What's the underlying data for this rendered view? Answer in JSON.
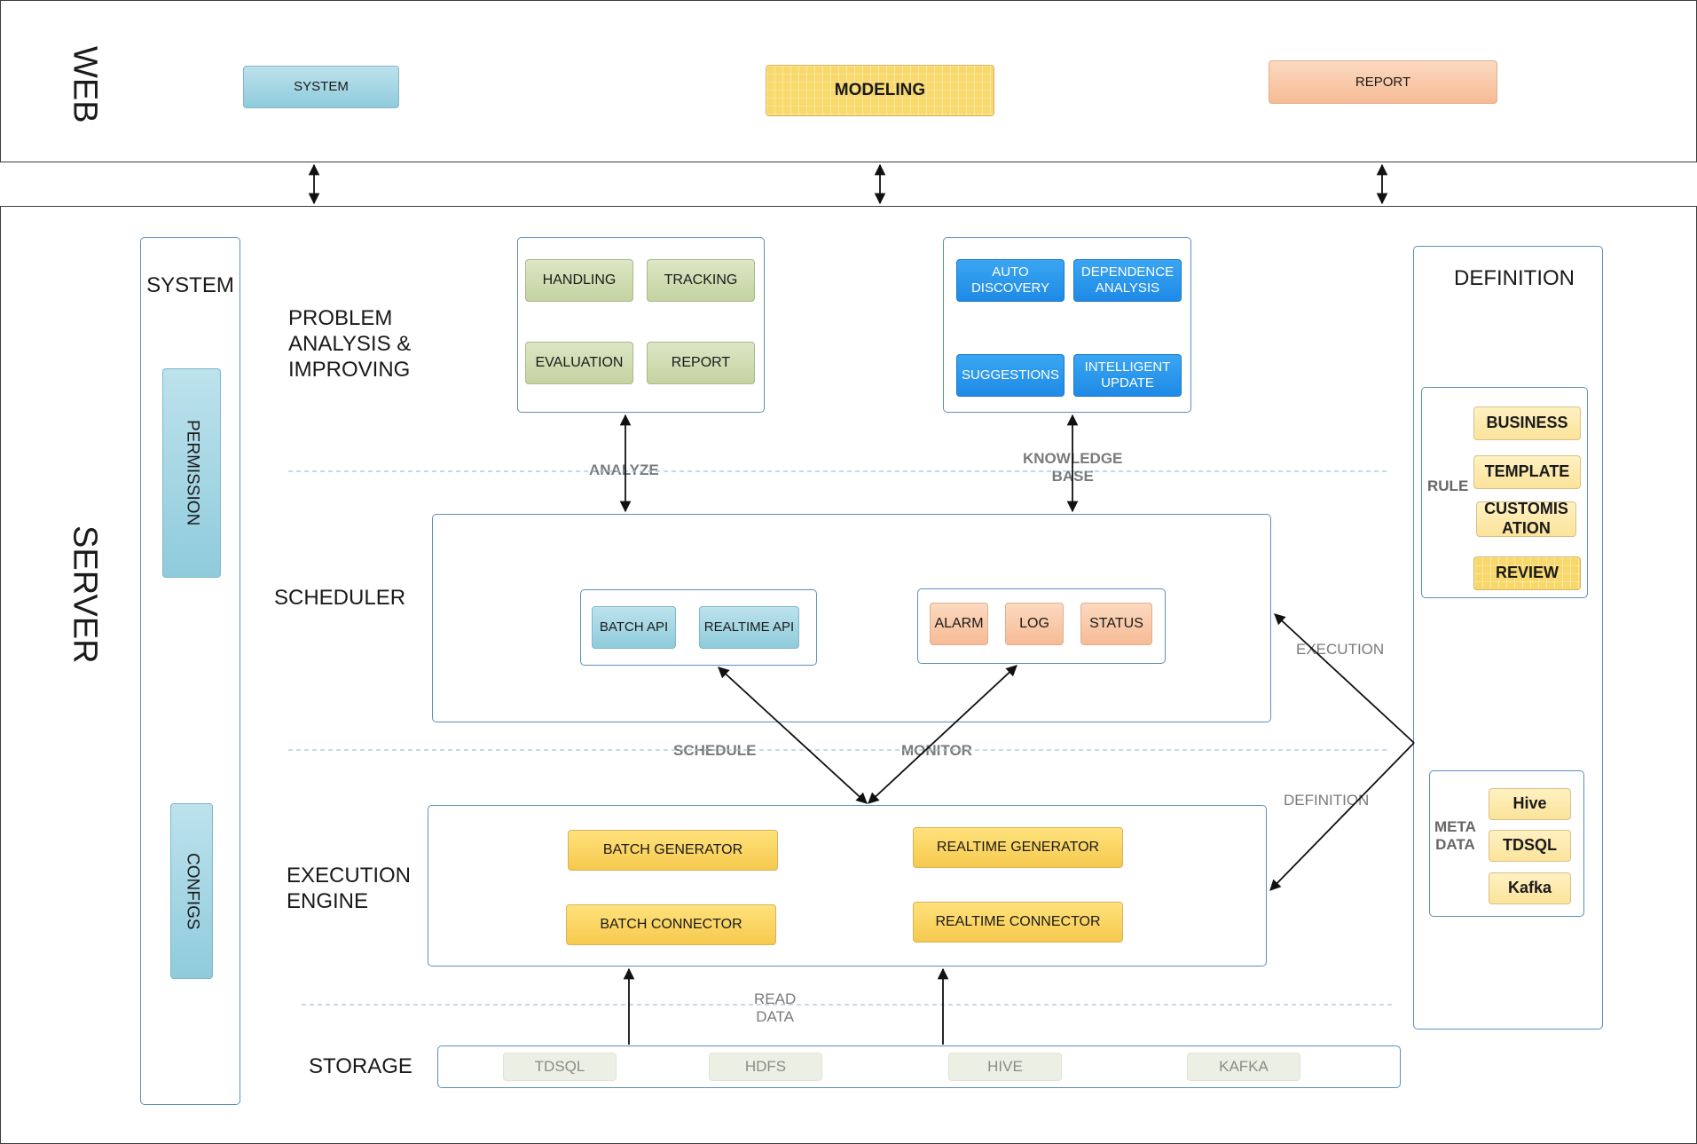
{
  "web": {
    "label": "WEB",
    "system": "SYSTEM",
    "modeling": "MODELING",
    "report": "REPORT"
  },
  "server": {
    "label": "SERVER",
    "system_panel": {
      "title": "SYSTEM",
      "permission": "PERMISSION",
      "configs": "CONFIGS"
    },
    "sections": {
      "problem": "PROBLEM\nANALYSIS &\nIMPROVING",
      "scheduler": "SCHEDULER",
      "execution": "EXECUTION\nENGINE",
      "storage": "STORAGE"
    },
    "analysis_box": {
      "handling": "HANDLING",
      "tracking": "TRACKING",
      "evaluation": "EVALUATION",
      "report": "REPORT"
    },
    "knowledge_box": {
      "auto_discovery": "AUTO\nDISCOVERY",
      "dependence_analysis": "DEPENDENCE\nANALYSIS",
      "suggestions": "SUGGESTIONS",
      "intelligent_update": "INTELLIGENT\nUPDATE"
    },
    "scheduler": {
      "batch_api": "BATCH API",
      "realtime_api": "REALTIME API",
      "alarm": "ALARM",
      "log": "LOG",
      "status": "STATUS"
    },
    "execution": {
      "batch_generator": "BATCH GENERATOR",
      "realtime_generator": "REALTIME GENERATOR",
      "batch_connector": "BATCH CONNECTOR",
      "realtime_connector": "REALTIME CONNECTOR"
    },
    "storage": {
      "tdsql": "TDSQL",
      "hdfs": "HDFS",
      "hive": "HIVE",
      "kafka": "KAFKA"
    },
    "connections": {
      "analyze": "ANALYZE",
      "knowledge_base": "KNOWLEDGE\nBASE",
      "schedule": "SCHEDULE",
      "monitor": "MONITOR",
      "execution": "EXECUTION",
      "definition": "DEFINITION",
      "read_data": "READ\nDATA"
    },
    "definition": {
      "title": "DEFINITION",
      "rule_label": "RULE",
      "rule_items": [
        "BUSINESS",
        "TEMPLATE",
        "CUSTOMIS\nATION",
        "REVIEW"
      ],
      "meta_label": "META\nDATA",
      "meta_items": [
        "Hive",
        "TDSQL",
        "Kafka"
      ]
    }
  },
  "colors": {
    "frame": "#5b8fc0",
    "dashed": "#9fc5d8",
    "arrow": "#111111"
  }
}
